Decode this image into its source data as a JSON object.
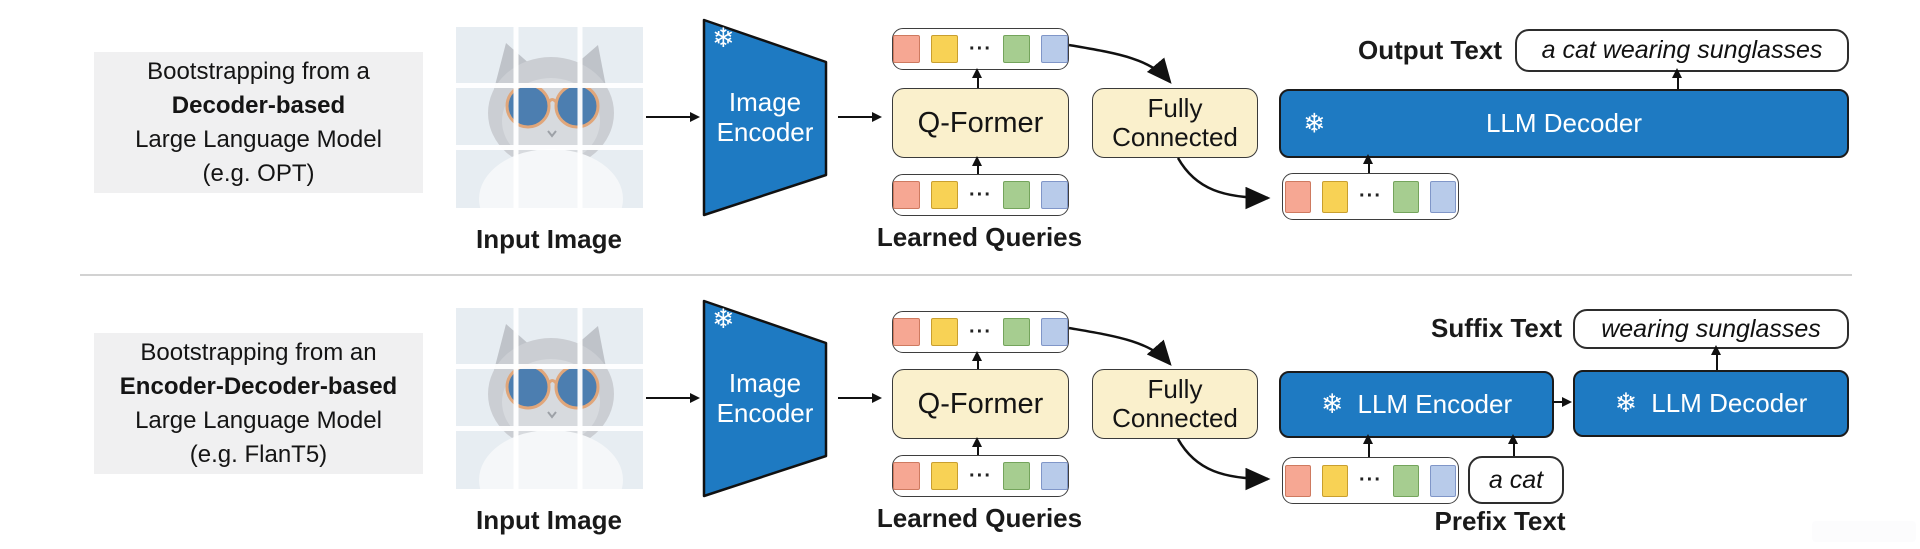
{
  "palette": {
    "frozen_blue": "#1E7AC2",
    "yellow_module": "#FAF0CC",
    "caption_gray": "#F0F0F1",
    "query_token_colors": [
      "#F6A793",
      "#F8D255",
      "#A6CD90",
      "#B8CBEA"
    ]
  },
  "rows": [
    {
      "caption": {
        "line1": "Bootstrapping from a",
        "line2": "Decoder-based",
        "line3": "Large Language Model",
        "line4": "(e.g. OPT)"
      },
      "input_image_label": "Input Image",
      "snowflake": "❄",
      "image_encoder_line1": "Image",
      "image_encoder_line2": "Encoder",
      "qformer": "Q-Former",
      "dots": "···",
      "learned_queries": "Learned Queries",
      "fc_line1": "Fully",
      "fc_line2": "Connected",
      "llm_decoder": "LLM Decoder",
      "output_label": "Output Text",
      "output_value": "a cat wearing sunglasses"
    },
    {
      "caption": {
        "line1": "Bootstrapping from an",
        "line2": "Encoder-Decoder-based",
        "line3": "Large Language Model",
        "line4": "(e.g. FlanT5)"
      },
      "input_image_label": "Input Image",
      "snowflake": "❄",
      "image_encoder_line1": "Image",
      "image_encoder_line2": "Encoder",
      "qformer": "Q-Former",
      "dots": "···",
      "learned_queries": "Learned Queries",
      "fc_line1": "Fully",
      "fc_line2": "Connected",
      "llm_encoder": "LLM Encoder",
      "llm_decoder": "LLM Decoder",
      "suffix_label": "Suffix Text",
      "suffix_value": "wearing sunglasses",
      "prefix_label": "Prefix Text",
      "prefix_value": "a cat"
    }
  ]
}
